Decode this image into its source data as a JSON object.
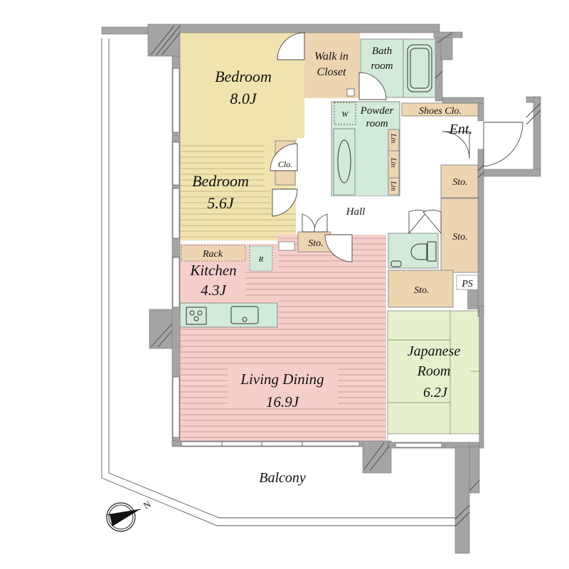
{
  "plan": {
    "rooms": [
      {
        "id": "bedroom1",
        "name": "Bedroom",
        "size": "8.0J",
        "color": "#f1e3ae"
      },
      {
        "id": "bedroom2",
        "name": "Bedroom",
        "size": "5.6J",
        "color": "#f1e3ae"
      },
      {
        "id": "walkin",
        "name_line1": "Walk in",
        "name_line2": "Closet",
        "color": "#eed5b2"
      },
      {
        "id": "bath",
        "name_line1": "Bath",
        "name_line2": "room",
        "color": "#d1ead9"
      },
      {
        "id": "powder",
        "name_line1": "Powder",
        "name_line2": "room",
        "color": "#d1ead9"
      },
      {
        "id": "kitchen",
        "name": "Kitchen",
        "size": "4.3J",
        "color": "#f6cfcb"
      },
      {
        "id": "living",
        "name": "Living Dining",
        "size": "16.9J",
        "color": "#f6cfcb"
      },
      {
        "id": "japanese",
        "name_line1": "Japanese",
        "name_line2": "Room",
        "size": "6.2J",
        "color": "#e6f0cd"
      },
      {
        "id": "hall",
        "name": "Hall"
      },
      {
        "id": "entrance",
        "name": "Ent."
      },
      {
        "id": "balcony",
        "name": "Balcony"
      }
    ],
    "storage": {
      "shoes_closet": "Shoes Clo.",
      "closet": "Clo.",
      "storage": "Sto.",
      "linen": "Lin",
      "rack": "Rack",
      "refrigerator": "R",
      "washer": "W",
      "pipe_space": "PS"
    },
    "compass": {
      "label": "N"
    },
    "colors": {
      "wall": "#a4a4a4",
      "storage": "#eed5b2",
      "wet_area": "#d1ead9",
      "bedroom": "#f1e3ae",
      "living": "#f6cfcb",
      "tatami": "#e6f0cd"
    }
  }
}
